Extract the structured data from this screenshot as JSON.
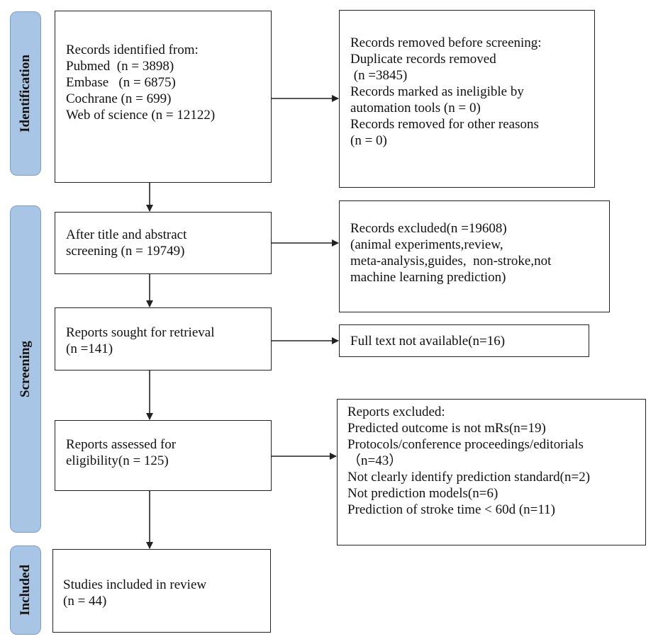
{
  "phases": {
    "identification": "Identification",
    "screening": "Screening",
    "included": "Included"
  },
  "boxes": {
    "identified": [
      "Records identified from:",
      "Pubmed  (n = 3898)",
      "Embase   (n = 6875)",
      "Cochrane (n = 699)",
      "Web of science (n = 12122)"
    ],
    "removed_before": [
      "Records removed before screening:",
      "Duplicate records removed",
      " (n =3845)",
      "Records marked as ineligible by",
      "automation tools (n = 0)",
      "Records removed for other reasons",
      "(n = 0)"
    ],
    "title_abstract": [
      "After title and abstract",
      "screening (n = 19749)"
    ],
    "excluded_records": [
      "Records excluded(n =19608)",
      "(animal experiments,review,",
      "meta-analysis,guides,  non-stroke,not",
      "machine learning prediction)"
    ],
    "sought": [
      "Reports sought for retrieval",
      "(n =141)"
    ],
    "not_available": [
      "Full text not available(n=16)"
    ],
    "assessed": [
      "Reports assessed for",
      "eligibility(n = 125)"
    ],
    "reports_excluded": [
      "Reports excluded:",
      "Predicted outcome is not mRs(n=19)",
      "Protocols/conference proceedings/editorials",
      "（n=43）",
      "Not clearly identify prediction standard(n=2)",
      "Not prediction models(n=6)",
      "Prediction of stroke time < 60d (n=11)"
    ],
    "included": [
      "Studies included in review",
      "(n = 44)"
    ]
  }
}
